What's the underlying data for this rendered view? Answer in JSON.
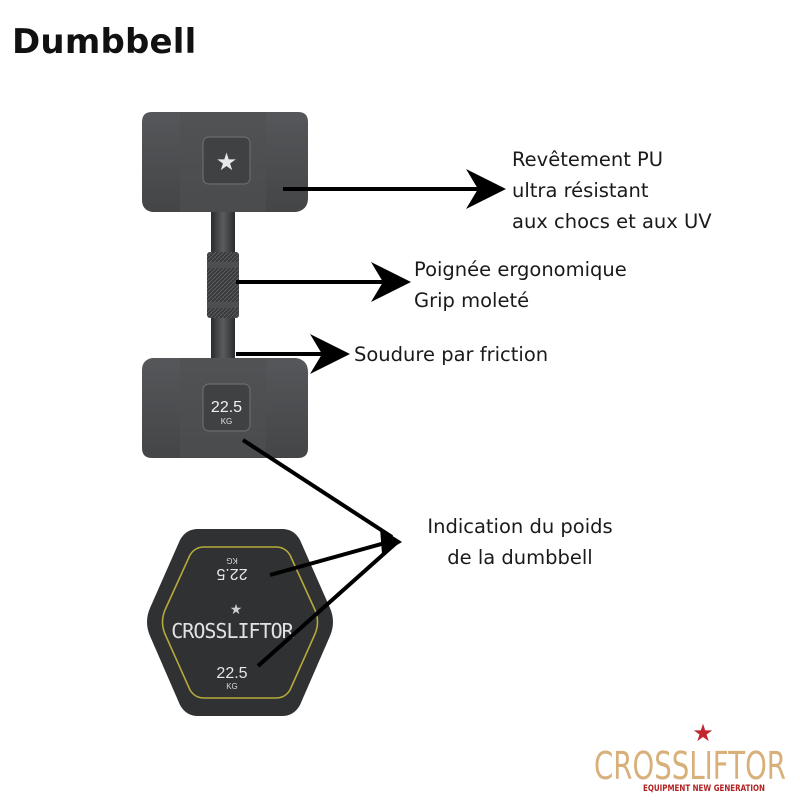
{
  "title": "Dumbbell",
  "annotations": {
    "coating": [
      "Revêtement PU",
      "ultra résistant",
      "aux chocs et aux UV"
    ],
    "handle": [
      "Poignée ergonomique",
      "Grip moleté"
    ],
    "weld": [
      "Soudure par friction"
    ],
    "weight_indication": [
      "Indication du poids",
      "de la dumbbell"
    ]
  },
  "dumbbell": {
    "weight": "22.5",
    "unit": "KG",
    "top_icon": "star-icon"
  },
  "hex_plate": {
    "weight_top": "22.5",
    "unit_top": "KG",
    "brand": "CROSSLIFTOR",
    "weight_bottom": "22.5",
    "unit_bottom": "KG"
  },
  "logo": {
    "brand": "CROSSLIFTOR",
    "tagline": "EQUIPMENT NEW GENERATION",
    "brand_color": "#d8b07a",
    "tagline_color": "#b22222",
    "star_color": "#c0282e"
  },
  "colors": {
    "rubber": "#4a4c4e",
    "rubber_dark": "#3b3d3f",
    "plate_face": "#2f3133",
    "plate_outline": "#b5aa3a",
    "arrow": "#000000"
  }
}
